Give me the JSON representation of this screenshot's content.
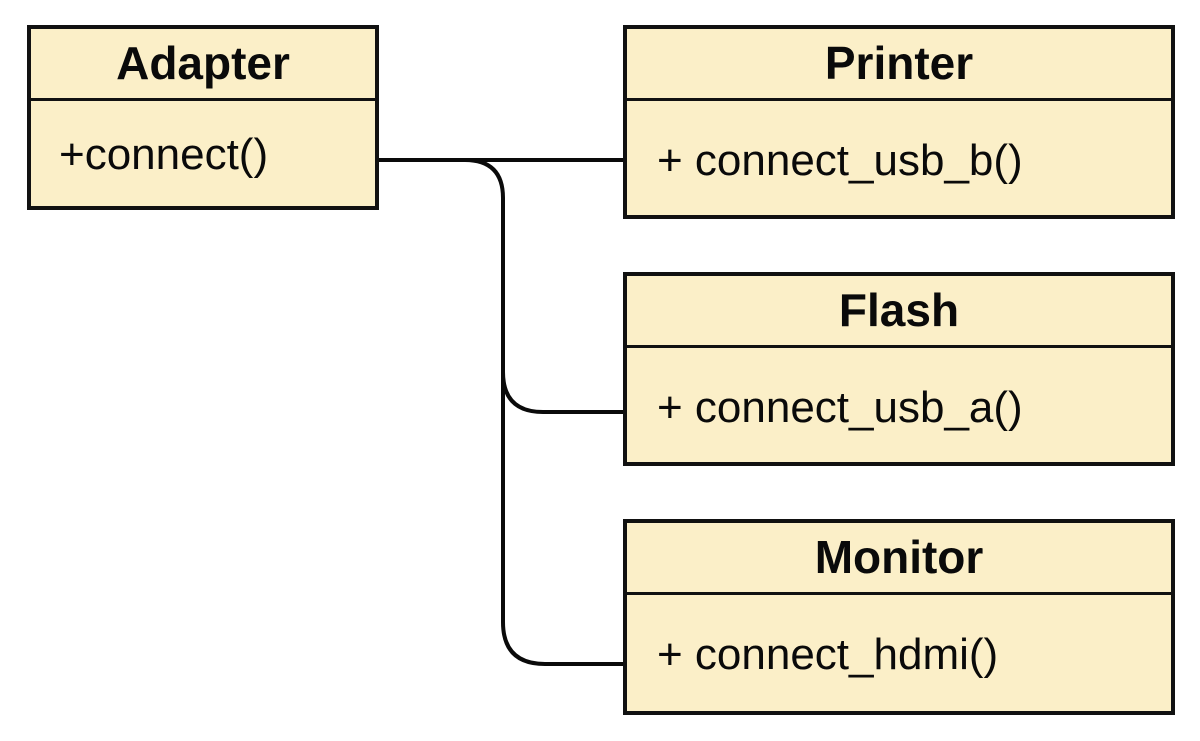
{
  "colors": {
    "box_fill": "#fbefc8",
    "box_border": "#111111",
    "line": "#0a0a0a",
    "background": "#ffffff"
  },
  "classes": {
    "adapter": {
      "name": "Adapter",
      "method": "+connect()"
    },
    "printer": {
      "name": "Printer",
      "method": "+ connect_usb_b()"
    },
    "flash": {
      "name": "Flash",
      "method": "+ connect_usb_a()"
    },
    "monitor": {
      "name": "Monitor",
      "method": "+ connect_hdmi()"
    }
  },
  "connections": [
    {
      "from": "adapter",
      "to": "printer"
    },
    {
      "from": "adapter",
      "to": "flash"
    },
    {
      "from": "adapter",
      "to": "monitor"
    }
  ]
}
